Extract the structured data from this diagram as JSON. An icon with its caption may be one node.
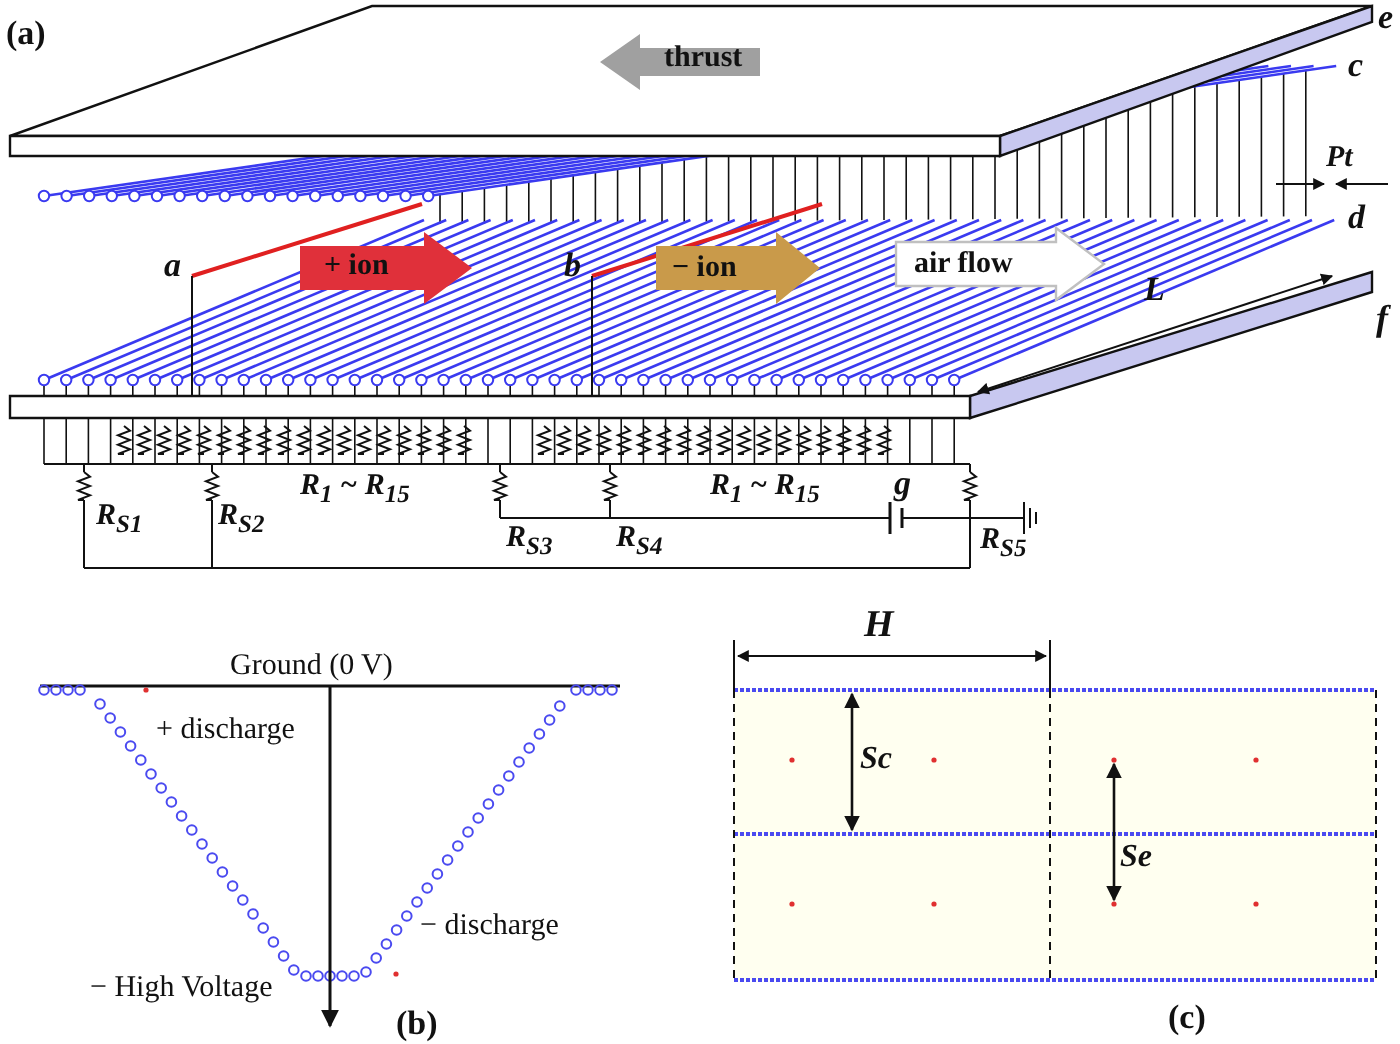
{
  "diagram": {
    "labels": [
      "(a)",
      "thrust",
      "e",
      "c",
      "Pt",
      "d",
      "a",
      "+ ion",
      "b",
      "− ion",
      "air flow",
      "f",
      "L",
      "R$_{1}$ ~ R$_{15}$",
      "R$_{1}$ ~ R$_{15}$",
      "g",
      "R$_{S1}$",
      "R$_{S2}$",
      "R$_{S3}$",
      "R$_{S4}$",
      "R$_{S5}$",
      "H",
      "Ground (0 V)",
      "+ discharge",
      "Sc",
      "Se",
      "− discharge",
      "− High Voltage",
      "(b)",
      "(c)"
    ]
  }
}
